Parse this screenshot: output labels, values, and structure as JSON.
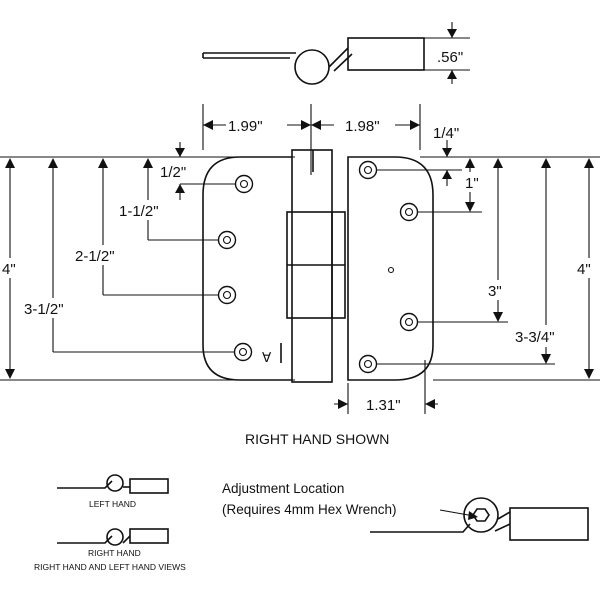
{
  "dims": {
    "knuckle_dia": ".56\"",
    "left_leaf_width": "1.99\"",
    "right_leaf_width": "1.98\"",
    "right_top_offset": "1/4\"",
    "left_top_offset": "1/2\"",
    "left_hole2": "1-1/2\"",
    "left_hole3": "2-1/2\"",
    "left_hole4": "3-1/2\"",
    "left_height": "4\"",
    "right_hole2": "1\"",
    "right_hole3": "3\"",
    "right_hole4": "3-3/4\"",
    "right_height": "4\"",
    "bottom_offset": "1.31\""
  },
  "captions": {
    "main": "RIGHT HAND SHOWN",
    "adjust_line1": "Adjustment Location",
    "adjust_line2": "(Requires 4mm Hex Wrench)",
    "left_hand": "LEFT HAND",
    "right_hand": "RIGHT HAND",
    "views": "RIGHT HAND AND LEFT HAND VIEWS"
  }
}
